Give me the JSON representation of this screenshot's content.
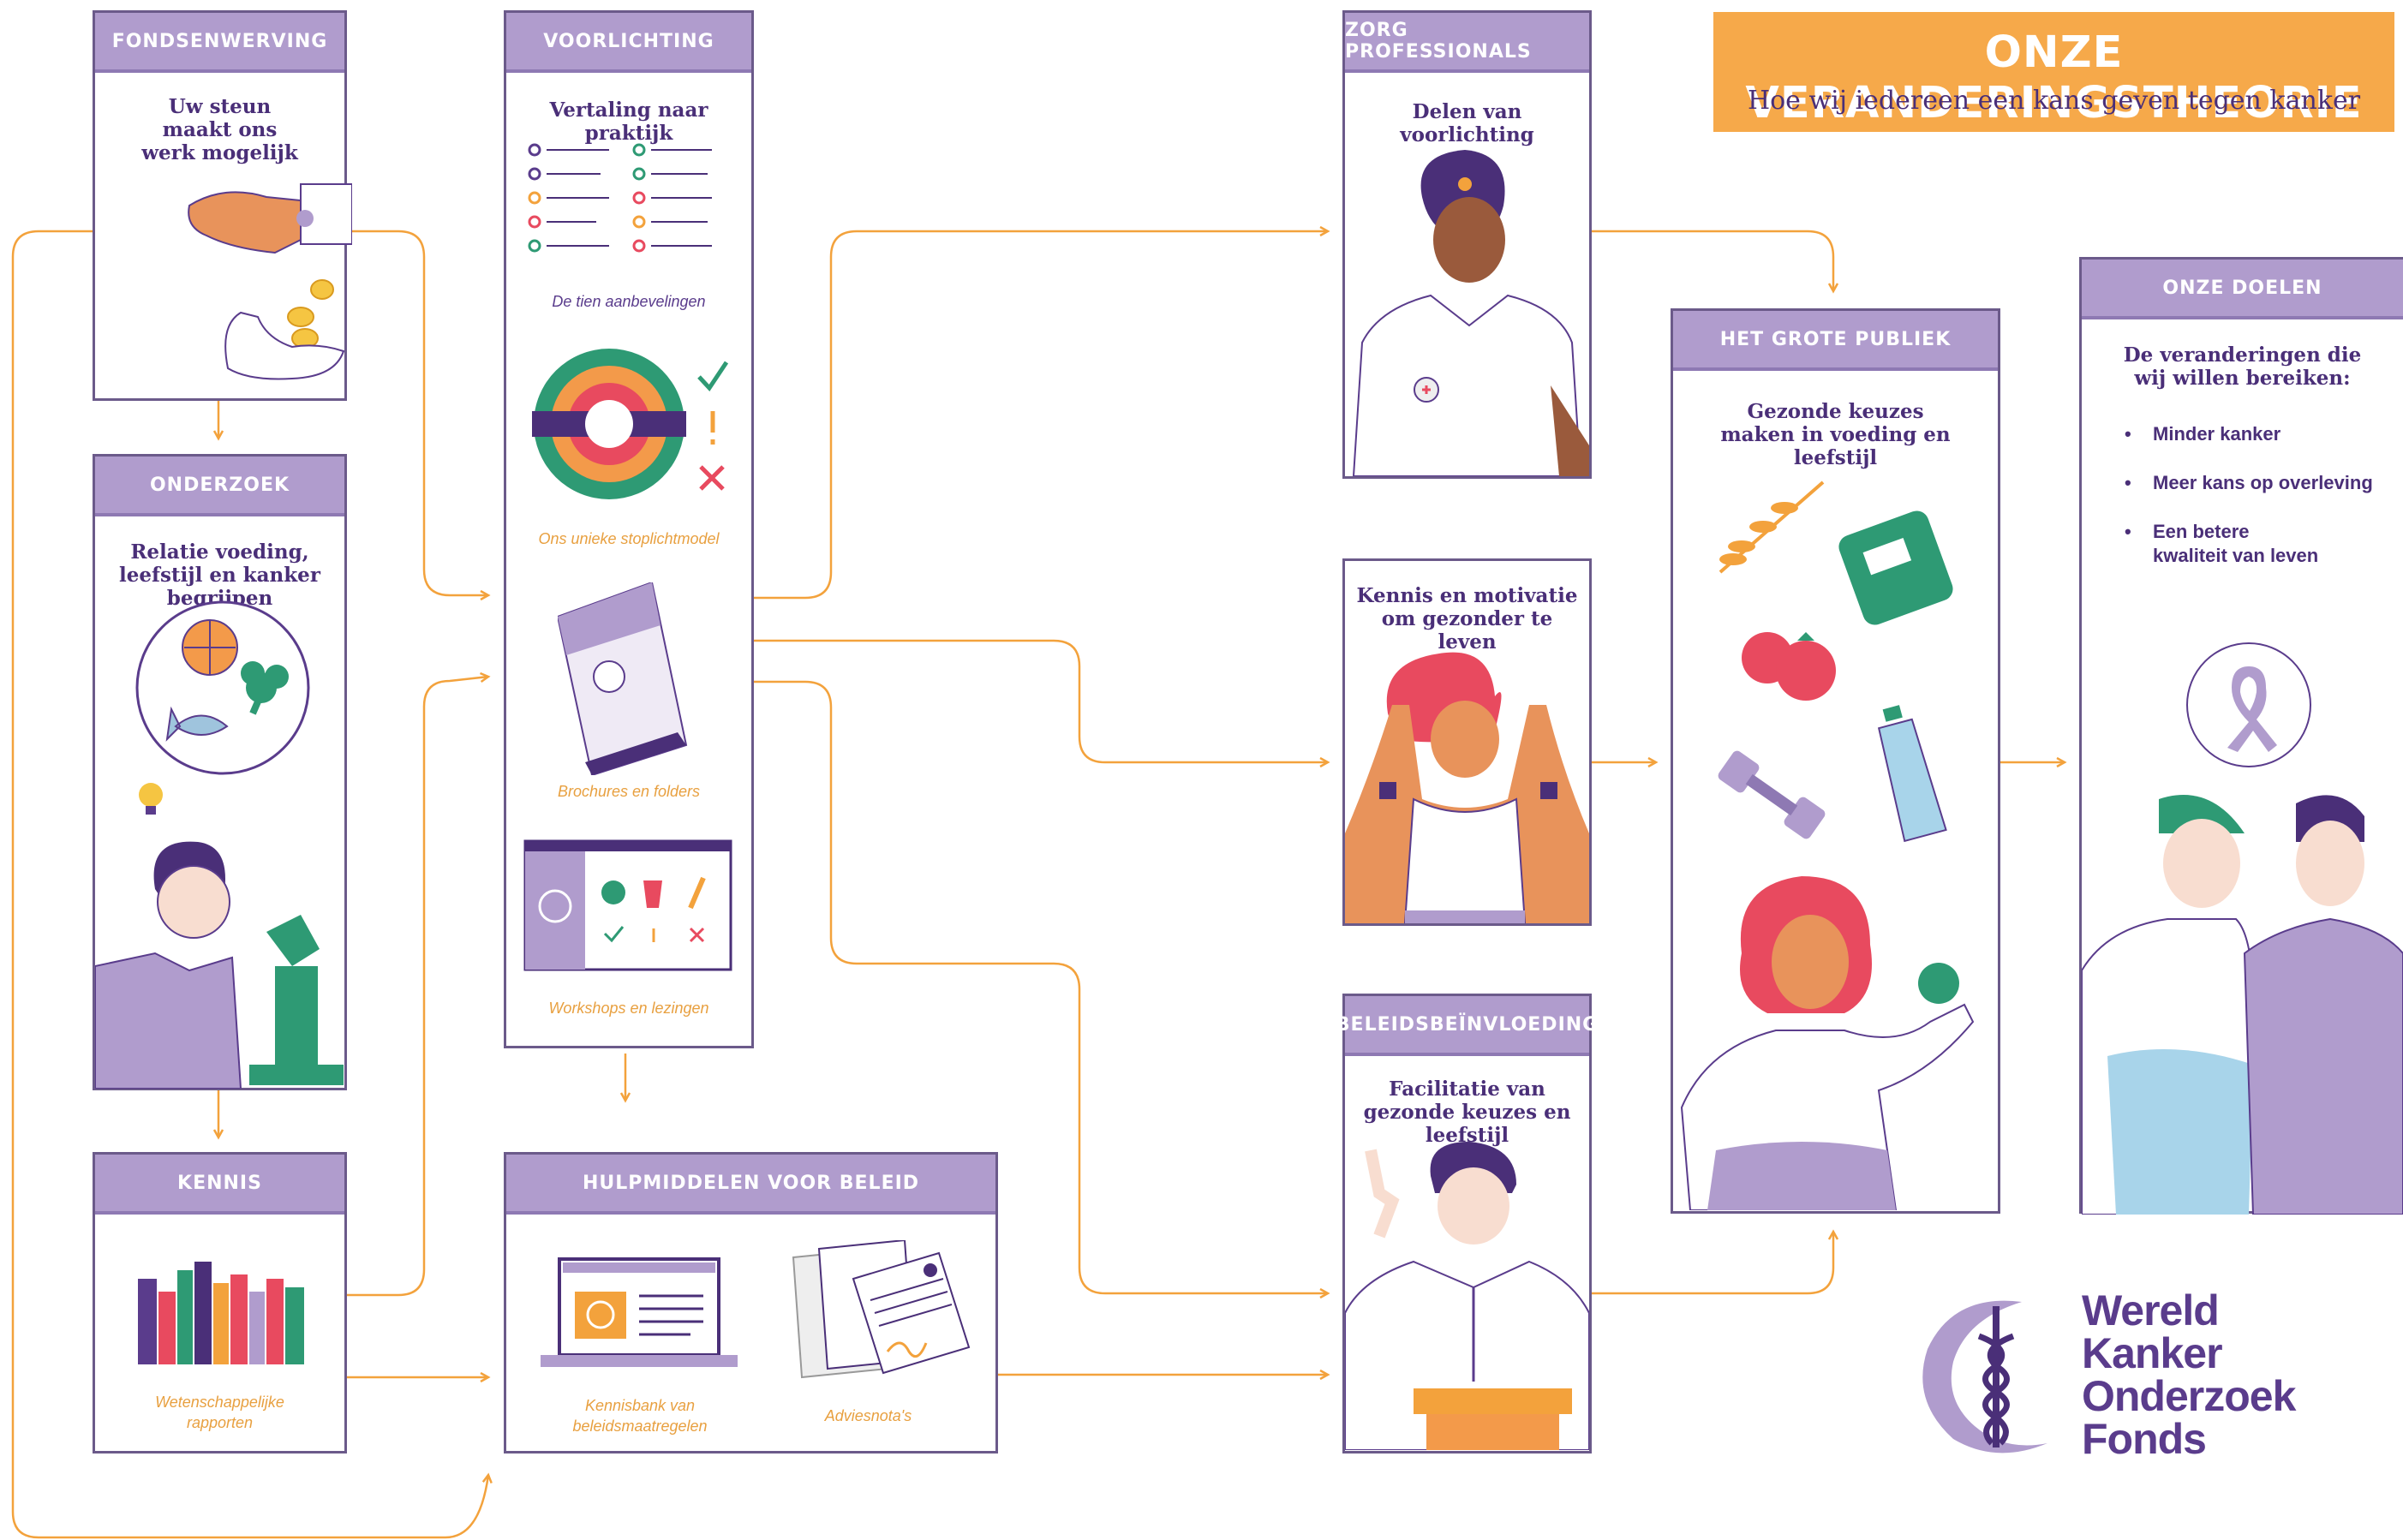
{
  "title": {
    "main": "ONZE VERANDERINGSTHEORIE",
    "sub": "Hoe wij iedereen een kans geven tegen kanker"
  },
  "cards": {
    "fondsenwerving": {
      "header": "FONDSENWERVING",
      "subtitle": "Uw steun maakt ons werk mogelijk"
    },
    "onderzoek": {
      "header": "ONDERZOEK",
      "subtitle": "Relatie voeding, leefstijl en kanker begrijpen"
    },
    "kennis": {
      "header": "KENNIS",
      "caption": "Wetenschappelijke rapporten"
    },
    "voorlichting": {
      "header": "VOORLICHTING",
      "subtitle": "Vertaling naar praktijk",
      "captions": [
        "De tien aanbevelingen",
        "Ons unieke stoplichtmodel",
        "Brochures en folders",
        "Workshops en lezingen"
      ]
    },
    "hulpmiddelen": {
      "header": "HULPMIDDELEN VOOR BELEID",
      "captions": [
        "Kennisbank van beleidsmaatregelen",
        "Adviesnota's"
      ]
    },
    "zorg": {
      "header": "ZORG PROFESSIONALS",
      "subtitle": "Delen van voorlichting"
    },
    "kennis_motivatie": {
      "subtitle": "Kennis en motivatie om gezonder te leven"
    },
    "beleid": {
      "header": "BELEIDSBEÏNVLOEDING",
      "subtitle": "Facilitatie van gezonde keuzes en leefstijl"
    },
    "publiek": {
      "header": "HET GROTE PUBLIEK",
      "subtitle": "Gezonde keuzes maken in voeding en leefstijl"
    },
    "doelen": {
      "header": "ONZE DOELEN",
      "subtitle": "De veranderingen die wij willen bereiken:",
      "items": [
        "Minder kanker",
        "Meer kans op overleving",
        "Een betere kwaliteit van leven"
      ]
    }
  },
  "logo": {
    "lines": [
      "Wereld",
      "Kanker",
      "Onderzoek",
      "Fonds"
    ]
  },
  "colors": {
    "header_purple": "#b09ccd",
    "border_purple": "#6b5a8a",
    "text_purple": "#4a2f78",
    "flow_orange": "#f3a23c",
    "title_orange": "#f6a94a",
    "caption_orange": "#e8a040"
  },
  "icons": [
    "hand-coins-icon",
    "food-plate-icon",
    "lightbulb-icon",
    "microscope-icon",
    "books-icon",
    "checklist-icon",
    "traffic-light-target-icon",
    "brochure-icon",
    "workshop-board-icon",
    "laptop-icon",
    "documents-icon",
    "nurse-icon",
    "flexing-woman-icon",
    "speaker-icon",
    "wheat-icon",
    "scale-icon",
    "tomato-icon",
    "dumbbell-icon",
    "water-bottle-icon",
    "woman-apple-icon",
    "ribbon-icon",
    "couple-icon",
    "caduceus-logo-icon"
  ]
}
